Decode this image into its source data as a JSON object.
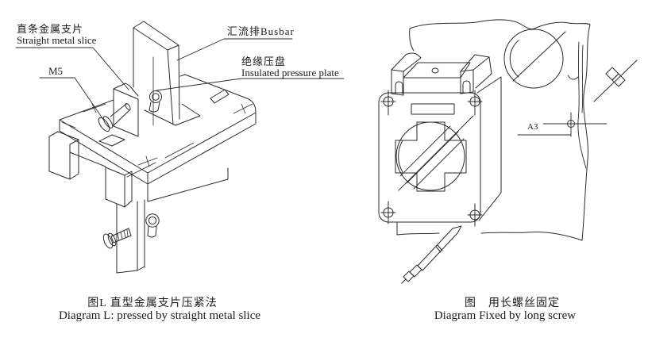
{
  "page": {
    "background": "#ffffff",
    "line_color": "#2a2a2a"
  },
  "left_figure": {
    "labels": {
      "straight_metal_slice_zh": "直条金属支片",
      "straight_metal_slice_en": "Straight metal slice",
      "m5": "M5",
      "busbar": "汇流排Busbar",
      "insulated_plate_zh": "绝缘压盘",
      "insulated_plate_en": "Insulated pressure plate"
    },
    "caption_zh": "图L 直型金属支片压紧法",
    "caption_en": "Diagram L: pressed by straight metal slice"
  },
  "right_figure": {
    "labels": {
      "a3": "A3"
    },
    "caption_zh": "图　用长螺丝固定",
    "caption_en": "Diagram Fixed by long screw"
  }
}
